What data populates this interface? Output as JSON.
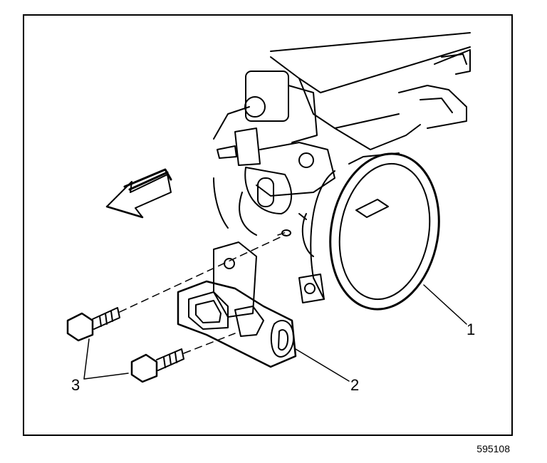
{
  "figure": {
    "id": "595108"
  },
  "callouts": [
    {
      "id": "1",
      "label": "1",
      "target": "throttle-body"
    },
    {
      "id": "2",
      "label": "2",
      "target": "throttle-position-sensor"
    },
    {
      "id": "3",
      "label": "3",
      "target": "mounting-bolts"
    }
  ],
  "colors": {
    "ink": "#000000",
    "paper": "#ffffff"
  }
}
